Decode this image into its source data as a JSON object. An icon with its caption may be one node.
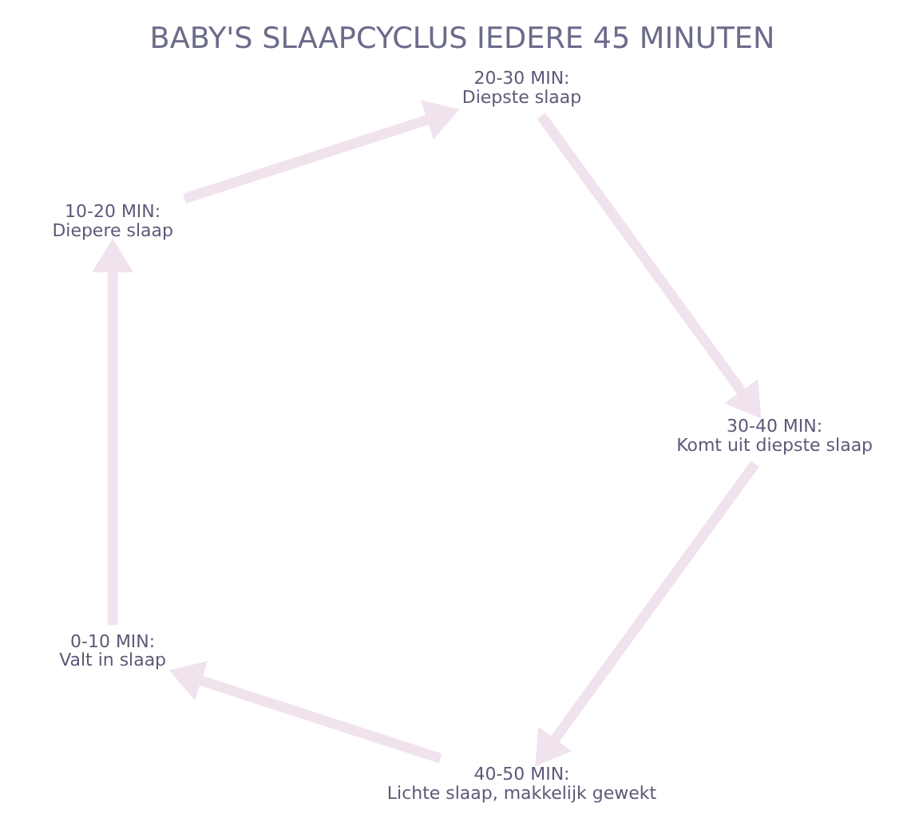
{
  "diagram": {
    "title": "BABY'S SLAAPCYCLUS IEDERE 45 MINUTEN",
    "nodes": [
      {
        "text": [
          "40-50 MIN:",
          "Lichte slaap, makkelijk gewekt"
        ]
      },
      {
        "text": [
          "0-10 MIN:",
          "Valt in slaap"
        ]
      },
      {
        "text": [
          "30-40 MIN:",
          "Komt uit diepste slaap"
        ]
      },
      {
        "text": [
          "10-20 MIN:",
          "Diepere slaap"
        ]
      },
      {
        "text": [
          "20-30 MIN:",
          "Diepste slaap"
        ]
      }
    ],
    "edges": [
      {
        "from": 0,
        "to": 1,
        "arrow": "to"
      },
      {
        "from": 1,
        "to": 3,
        "arrow": "to"
      },
      {
        "from": 3,
        "to": 4,
        "arrow": "to"
      },
      {
        "from": 4,
        "to": 2,
        "arrow": "to"
      },
      {
        "from": 2,
        "to": 0,
        "arrow": "to"
      }
    ]
  }
}
